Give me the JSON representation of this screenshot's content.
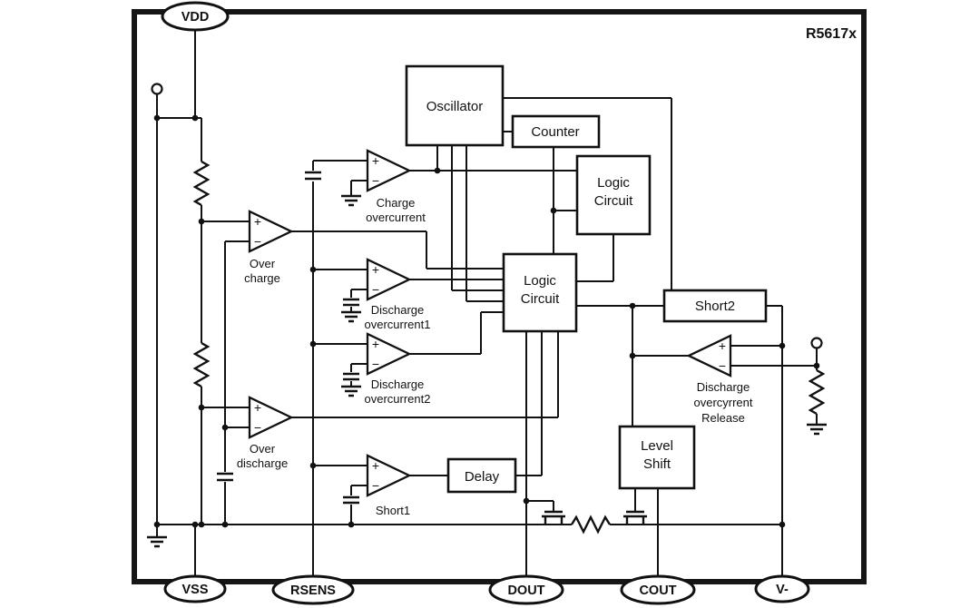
{
  "chip": {
    "part_number": "R5617x"
  },
  "pins": [
    {
      "id": "vdd",
      "label": "VDD"
    },
    {
      "id": "vss",
      "label": "VSS"
    },
    {
      "id": "rsens",
      "label": "RSENS"
    },
    {
      "id": "dout",
      "label": "DOUT"
    },
    {
      "id": "cout",
      "label": "COUT"
    },
    {
      "id": "vminus",
      "label": "V-"
    }
  ],
  "blocks": [
    {
      "id": "oscillator",
      "lines": [
        "Oscillator"
      ]
    },
    {
      "id": "counter",
      "lines": [
        "Counter"
      ]
    },
    {
      "id": "logic-circuit-1",
      "lines": [
        "Logic",
        "Circuit"
      ]
    },
    {
      "id": "logic-circuit-2",
      "lines": [
        "Logic",
        "Circuit"
      ]
    },
    {
      "id": "short2",
      "lines": [
        "Short2"
      ]
    },
    {
      "id": "delay",
      "lines": [
        "Delay"
      ]
    },
    {
      "id": "level-shift",
      "lines": [
        "Level",
        "Shift"
      ]
    }
  ],
  "comparators": [
    {
      "id": "charge-overcurrent",
      "lines": [
        "Charge",
        "overcurrent"
      ]
    },
    {
      "id": "over-charge",
      "lines": [
        "Over",
        "charge"
      ]
    },
    {
      "id": "discharge-overcurrent1",
      "lines": [
        "Discharge",
        "overcurrent1"
      ]
    },
    {
      "id": "discharge-overcurrent2",
      "lines": [
        "Discharge",
        "overcurrent2"
      ]
    },
    {
      "id": "over-discharge",
      "lines": [
        "Over",
        "discharge"
      ]
    },
    {
      "id": "short1",
      "lines": [
        "Short1"
      ]
    },
    {
      "id": "discharge-overcurrent-release",
      "lines": [
        "Discharge",
        "overcyrrent",
        "Release"
      ]
    }
  ],
  "symbols": {
    "plus": "+",
    "minus": "−"
  },
  "colors": {
    "line": "#111111",
    "background": "#ffffff",
    "border": "#161616"
  }
}
